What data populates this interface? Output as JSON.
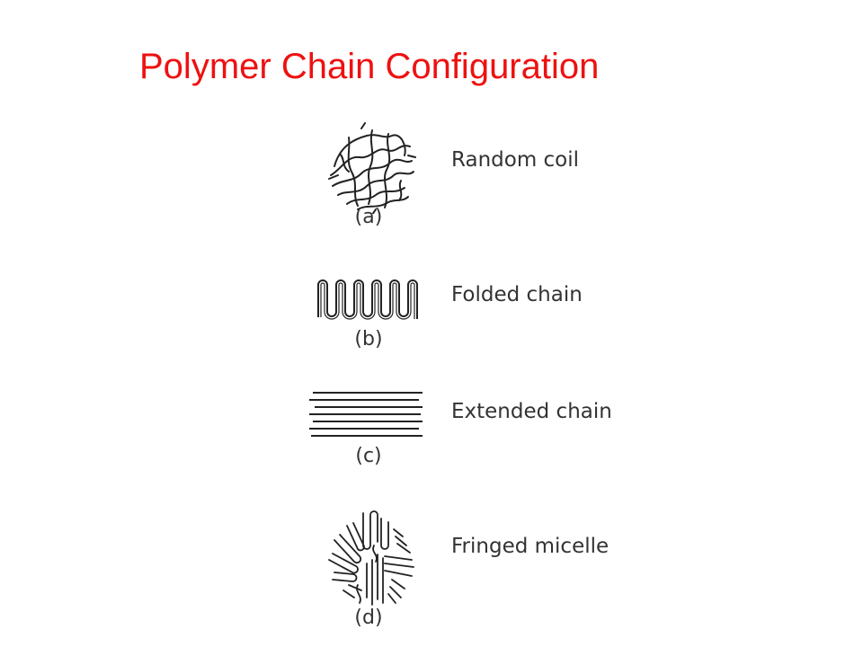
{
  "title": "Polymer Chain Configuration",
  "configurations": [
    {
      "name": "Random coil",
      "tag": "(a)",
      "icon": "random-coil-icon"
    },
    {
      "name": "Folded chain",
      "tag": "(b)",
      "icon": "folded-chain-icon"
    },
    {
      "name": "Extended chain",
      "tag": "(c)",
      "icon": "extended-chain-icon"
    },
    {
      "name": "Fringed micelle",
      "tag": "(d)",
      "icon": "fringed-micelle-icon"
    }
  ],
  "colors": {
    "title": "#ee1111",
    "text": "#333333",
    "line": "#222222"
  }
}
